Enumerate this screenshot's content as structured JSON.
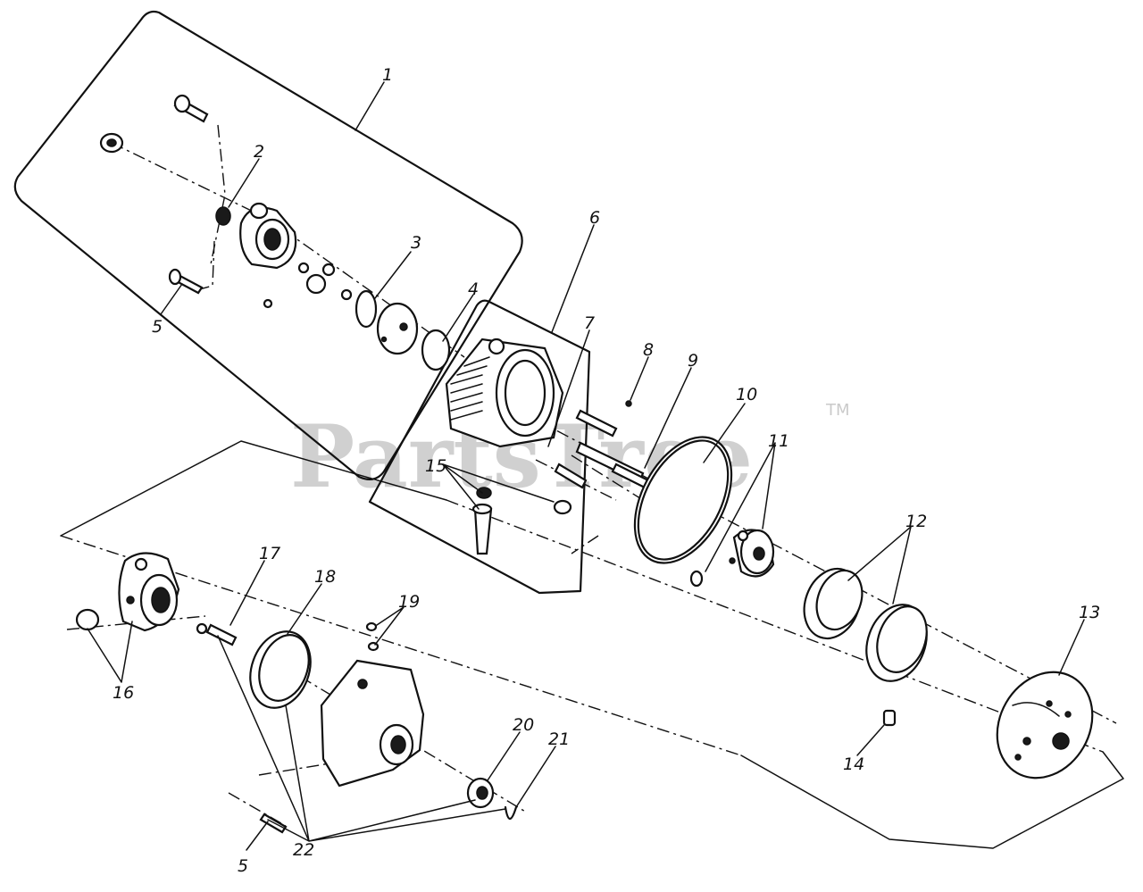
{
  "watermark": {
    "text": "PartsTree",
    "trademark": "TM"
  },
  "callouts": {
    "c1": "1",
    "c2": "2",
    "c3": "3",
    "c4": "4",
    "c5a": "5",
    "c6": "6",
    "c7": "7",
    "c8": "8",
    "c9": "9",
    "c10": "10",
    "c11": "11",
    "c12": "12",
    "c13": "13",
    "c14": "14",
    "c15": "15",
    "c16": "16",
    "c17": "17",
    "c18": "18",
    "c19": "19",
    "c20": "20",
    "c21": "21",
    "c22": "22",
    "c5b": "5"
  }
}
